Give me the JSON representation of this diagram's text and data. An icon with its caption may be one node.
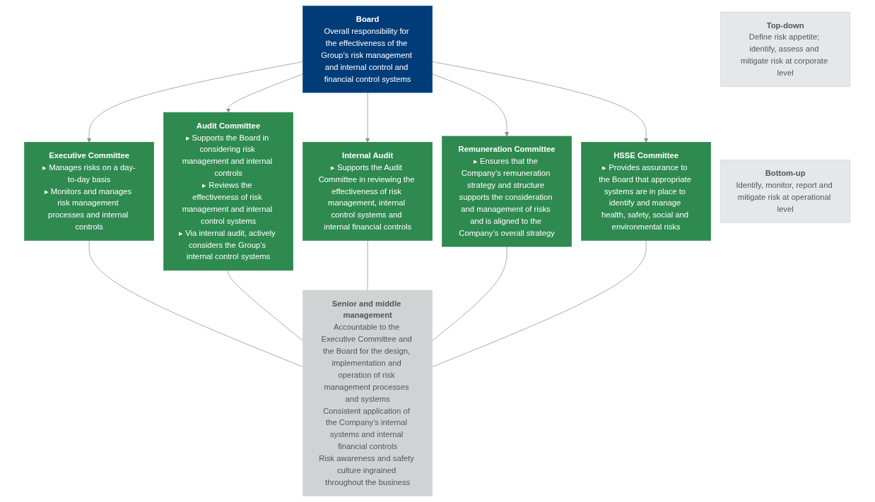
{
  "diagram": {
    "nodes": [
      {
        "text": [
          "Top-down",
          "Define risk appetite; identify, assess and mitigate risk at corporate level"
        ]
      },
      {
        "text": [
          "Board",
          "Overall responsibility for the effectiveness of the Group’s risk management and internal control and financial control systems"
        ]
      },
      {
        "text": [
          "Executive Committee",
          "▸ Manages risks on a day-to-day basis",
          "▸ Monitors and manages risk management processes and internal controls"
        ]
      },
      {
        "text": [
          "Audit Committee",
          "▸ Supports the Board in considering risk management and internal controls",
          "▸ Reviews the effectiveness of risk management and internal control systems",
          "▸ Via internal audit, actively considers the Group’s internal control systems"
        ]
      },
      {
        "text": [
          "Internal Audit",
          "▸ Supports the Audit Committee in reviewing the effectiveness of risk management, internal control systems and internal financial controls"
        ]
      },
      {
        "text": [
          "Remuneration Committee",
          "▸ Ensures that the Company’s remuneration strategy and structure supports the consideration and management of risks and is aligned to the Company’s overall strategy"
        ]
      },
      {
        "text": [
          "HSSE Committee",
          "▸ Provides assurance to the Board that appropriate systems are in place to identify and manage health, safety, social and environmental risks"
        ]
      },
      {
        "text": [
          "Bottom-up",
          "Identify, monitor, report and mitigate risk at operational level"
        ]
      },
      {
        "text": [
          "Senior and middle management",
          "Accountable to the Executive Committee and the Board for the design, implementation and operation of risk management processes and systems",
          "Consistent application of the Company’s internal systems and internal financial controls",
          "Risk awareness and safety culture ingrained throughout the business"
        ]
      }
    ],
    "edges": [
      {
        "from": 1,
        "to": 2,
        "arrow": "to"
      },
      {
        "from": 1,
        "to": 3,
        "arrow": "to"
      },
      {
        "from": 1,
        "to": 4,
        "arrow": "to"
      },
      {
        "from": 1,
        "to": 5,
        "arrow": "to"
      },
      {
        "from": 1,
        "to": 6,
        "arrow": "to"
      },
      {
        "from": 2,
        "to": 8,
        "arrow": "none"
      },
      {
        "from": 3,
        "to": 8,
        "arrow": "none"
      },
      {
        "from": 4,
        "to": 8,
        "arrow": "none"
      },
      {
        "from": 5,
        "to": 8,
        "arrow": "none"
      },
      {
        "from": 6,
        "to": 8,
        "arrow": "none"
      }
    ]
  }
}
